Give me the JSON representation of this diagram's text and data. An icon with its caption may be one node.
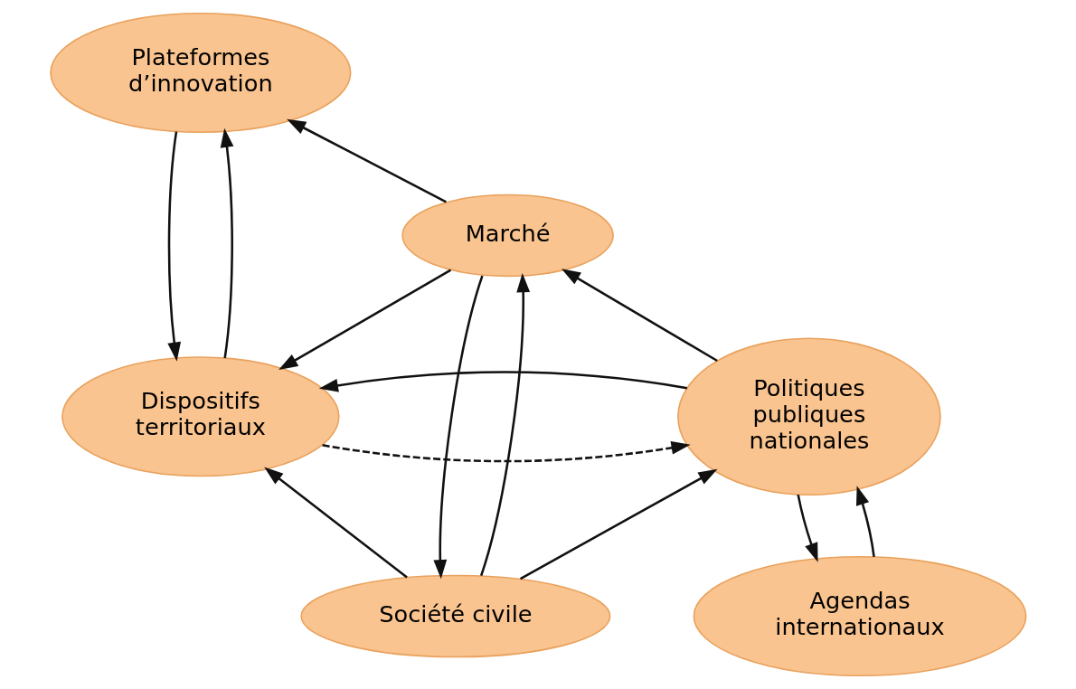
{
  "diagram": {
    "nodes": [
      {
        "text": [
          "Plateformes d’innovation"
        ]
      },
      {
        "text": [
          "Marché"
        ]
      },
      {
        "text": [
          "Dispositifs territoriaux"
        ]
      },
      {
        "text": [
          "Politiques publiques nationales"
        ]
      },
      {
        "text": [
          "Société civile"
        ]
      },
      {
        "text": [
          "Agendas internationaux"
        ]
      }
    ],
    "edges": [
      {
        "from": 1,
        "to": 0,
        "arrow": "to"
      },
      {
        "from": 0,
        "to": 2,
        "arrow": "to"
      },
      {
        "from": 2,
        "to": 0,
        "arrow": "to"
      },
      {
        "from": 1,
        "to": 2,
        "arrow": "to"
      },
      {
        "from": 3,
        "to": 1,
        "arrow": "to"
      },
      {
        "from": 2,
        "to": 3,
        "arrow": "to",
        "style": "dashed"
      },
      {
        "from": 3,
        "to": 2,
        "arrow": "to"
      },
      {
        "from": 1,
        "to": 4,
        "arrow": "to"
      },
      {
        "from": 4,
        "to": 1,
        "arrow": "to"
      },
      {
        "from": 4,
        "to": 2,
        "arrow": "to"
      },
      {
        "from": 4,
        "to": 3,
        "arrow": "to"
      },
      {
        "from": 3,
        "to": 5,
        "arrow": "to"
      },
      {
        "from": 5,
        "to": 3,
        "arrow": "to"
      }
    ]
  }
}
